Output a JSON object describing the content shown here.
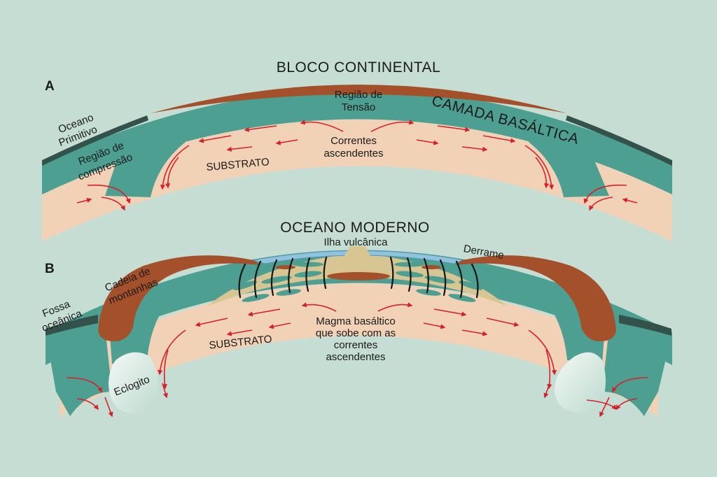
{
  "panel_a": {
    "letter": "A",
    "bloco_continental": "BLOCO CONTINENTAL",
    "regiao_tensao": [
      "Região de",
      "Tensão"
    ],
    "camada_basaltica": "CAMADA BASÁLTICA",
    "oceano_primitivo": [
      "Oceano",
      "Primitivo"
    ],
    "regiao_compressao": [
      "Região de",
      "compressão"
    ],
    "correntes_ascendentes": [
      "Correntes",
      "ascendentes"
    ],
    "substrato": "SUBSTRATO"
  },
  "panel_b": {
    "letter": "B",
    "oceano_moderno": "OCEANO MODERNO",
    "ilha_vulcanica": "Ilha vulcânica",
    "derrame": "Derrame",
    "cadeia_montanhas": [
      "Cadeia de",
      "montanhas"
    ],
    "fossa_oceanica": [
      "Fossa",
      "oceânica"
    ],
    "substrato": "SUBSTRATO",
    "magma_basaltico": [
      "Magma basáltico",
      "que sobe com as",
      "correntes",
      "ascendentes"
    ],
    "eclogito": "Eclogito"
  },
  "colors": {
    "background": "#c6ddd4",
    "basaltic_layer": "#4d9f91",
    "continental_block": "#a4502a",
    "substrate": "#f2d2b7",
    "ocean_primitive": "#34524c",
    "magma_zone": "#d7c692",
    "ocean_water": "#8fc3de",
    "arrows": "#d81f2a",
    "eclogite": "#dfeee8"
  }
}
